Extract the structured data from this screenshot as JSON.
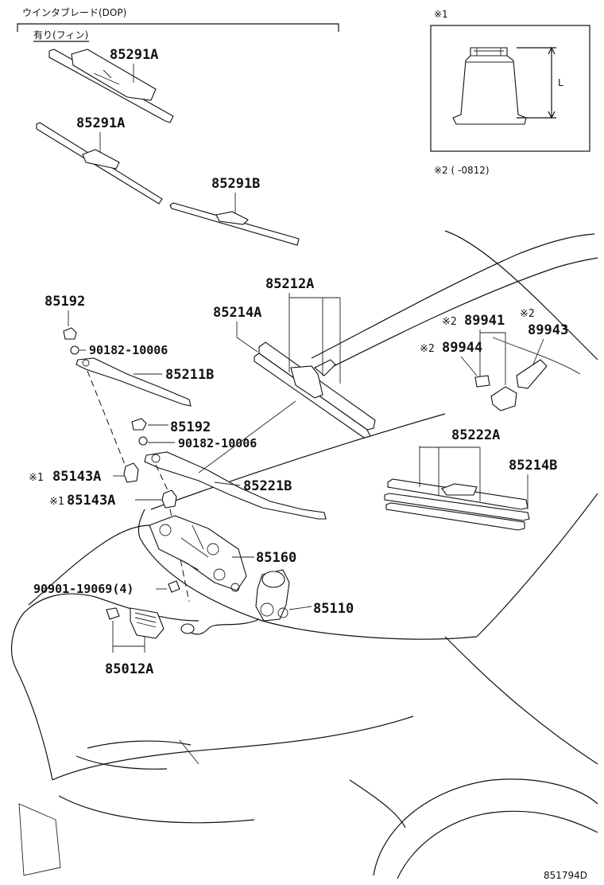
{
  "header": {
    "group_label": "ウインタブレード(DOP)",
    "sub_label": "有り(フィン)"
  },
  "inset": {
    "note_mark": "※1",
    "dimension_label": "L"
  },
  "note2": "※2 (      -0812)",
  "labels": {
    "p85291A_1": "85291A",
    "p85291A_2": "85291A",
    "p85291B": "85291B",
    "p85192_1": "85192",
    "p90182_1": "90182-10006",
    "p85211B": "85211B",
    "p85192_2": "85192",
    "p90182_2": "90182-10006",
    "p85212A": "85212A",
    "p85214A": "85214A",
    "p89941": "89941",
    "p89943": "89943",
    "p89944": "89944",
    "m89941": "※2",
    "m89943": "※2",
    "m89944": "※2",
    "m85143A_1": "※1",
    "p85143A_1": "85143A",
    "m85143A_2": "※1",
    "p85143A_2": "85143A",
    "p85221B": "85221B",
    "p85160": "85160",
    "p90901": "90901-19069(4)",
    "p85110": "85110",
    "p85012A": "85012A",
    "p85222A": "85222A",
    "p85214B": "85214B"
  },
  "figure_id": "851794D"
}
